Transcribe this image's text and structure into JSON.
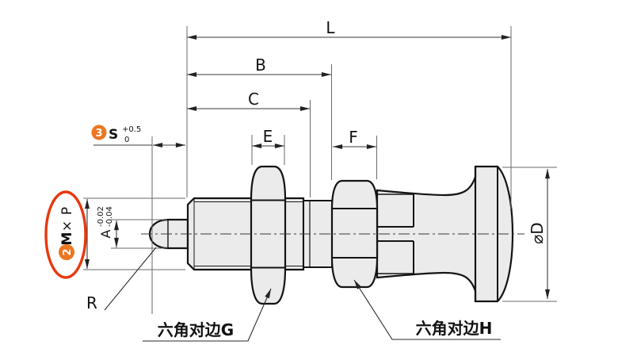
{
  "labels": {
    "L": "L",
    "B": "B",
    "C": "C",
    "E": "E",
    "F": "F",
    "S": "S",
    "A": "A",
    "R": "R",
    "phi_d": "⌀D"
  },
  "tolerances": {
    "s_upper": "+0.5",
    "s_lower": "0",
    "a_upper": "-0.02",
    "a_lower": "-0.04"
  },
  "badges": {
    "thread_no": "2",
    "s_no": "3"
  },
  "thread": {
    "m": "M",
    "times": "×",
    "p": "P"
  },
  "callouts": {
    "hex_g": "六角对边G",
    "hex_h": "六角对边H"
  },
  "colors": {
    "accent_orange": "#ec7622",
    "accent_blue": "#2aa7de",
    "highlight_red": "#e8380d",
    "part_fill": "#ebebeb",
    "outline": "#141414",
    "dim_line": "#3a3a3a",
    "ext_line": "#6a6a6a"
  }
}
